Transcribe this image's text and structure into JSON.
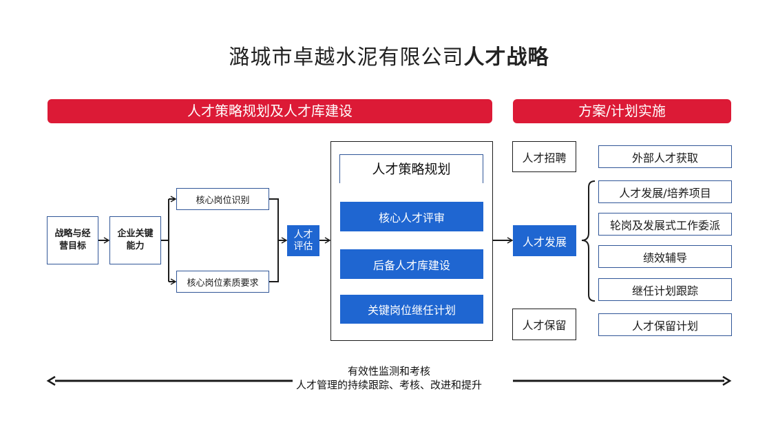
{
  "title": {
    "company": "潞城市卓越水泥有限公司",
    "emphasis": "人才战略"
  },
  "banners": {
    "left": "人才策略规划及人才库建设",
    "right": "方案/计划实施"
  },
  "flow": {
    "start": "战略与经营目标",
    "capability": "企业关键能力",
    "branch_top": "核心岗位识别",
    "branch_bottom": "核心岗位素质要求",
    "assessment": "人才评估"
  },
  "planning": {
    "header": "人才策略规划",
    "items": [
      "核心人才评审",
      "后备人才库建设",
      "关键岗位继任计划"
    ]
  },
  "implementation": {
    "recruit": {
      "label": "人才招聘",
      "detail": "外部人才获取"
    },
    "develop": {
      "label": "人才发展",
      "details": [
        "人才发展/培养项目",
        "轮岗及发展式工作委派",
        "绩效辅导",
        "继任计划跟踪"
      ]
    },
    "retain": {
      "label": "人才保留",
      "detail": "人才保留计划"
    }
  },
  "footer": {
    "line1": "有效性监测和考核",
    "line2": "人才管理的持续跟踪、考核、改进和提升"
  },
  "colors": {
    "banner_red": "#dc1a36",
    "accent_blue": "#1f66d1",
    "border_blue": "#2f5597"
  }
}
